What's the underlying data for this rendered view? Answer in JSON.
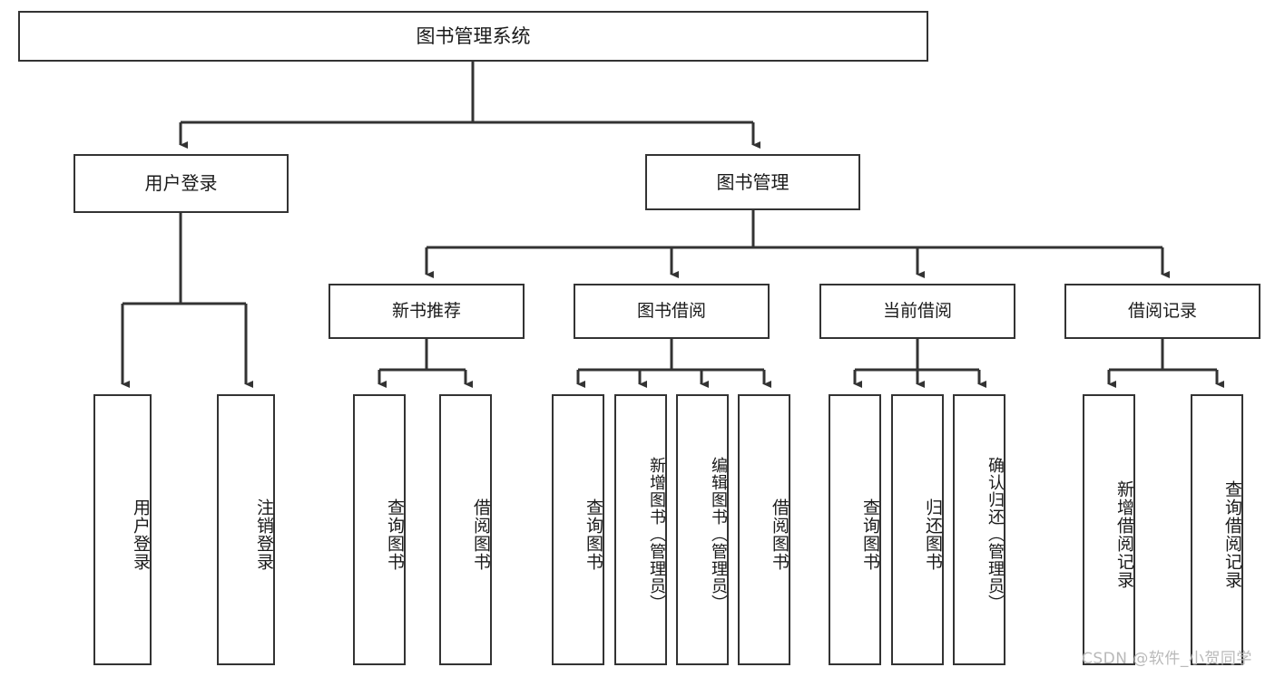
{
  "diagram": {
    "title": "图书管理系统",
    "type": "tree-hierarchy-diagram",
    "colors": {
      "box_border": "#333333",
      "box_fill": "#ffffff",
      "connector": "#333333",
      "text": "#1a1a1a",
      "watermark": "#b9b9b9"
    },
    "root": {
      "label": "图书管理系统"
    },
    "level2": [
      {
        "label": "用户登录"
      },
      {
        "label": "图书管理"
      }
    ],
    "level3": [
      {
        "label": "新书推荐"
      },
      {
        "label": "图书借阅"
      },
      {
        "label": "当前借阅"
      },
      {
        "label": "借阅记录"
      }
    ],
    "leaves": {
      "user_login": [
        {
          "label": "用户登录"
        },
        {
          "label": "注销登录"
        }
      ],
      "new_book_recommend": [
        {
          "label": "查询图书"
        },
        {
          "label": "借阅图书"
        }
      ],
      "book_borrow": [
        {
          "label": "查询图书"
        },
        {
          "label": "新增图书（管理员）"
        },
        {
          "label": "编辑图书（管理员）"
        },
        {
          "label": "借阅图书"
        }
      ],
      "current_borrow": [
        {
          "label": "查询图书"
        },
        {
          "label": "归还图书"
        },
        {
          "label": "确认归还（管理员）"
        }
      ],
      "borrow_records": [
        {
          "label": "新增借阅记录"
        },
        {
          "label": "查询借阅记录"
        }
      ]
    },
    "watermark": "CSDN @软件_小贺同学"
  }
}
